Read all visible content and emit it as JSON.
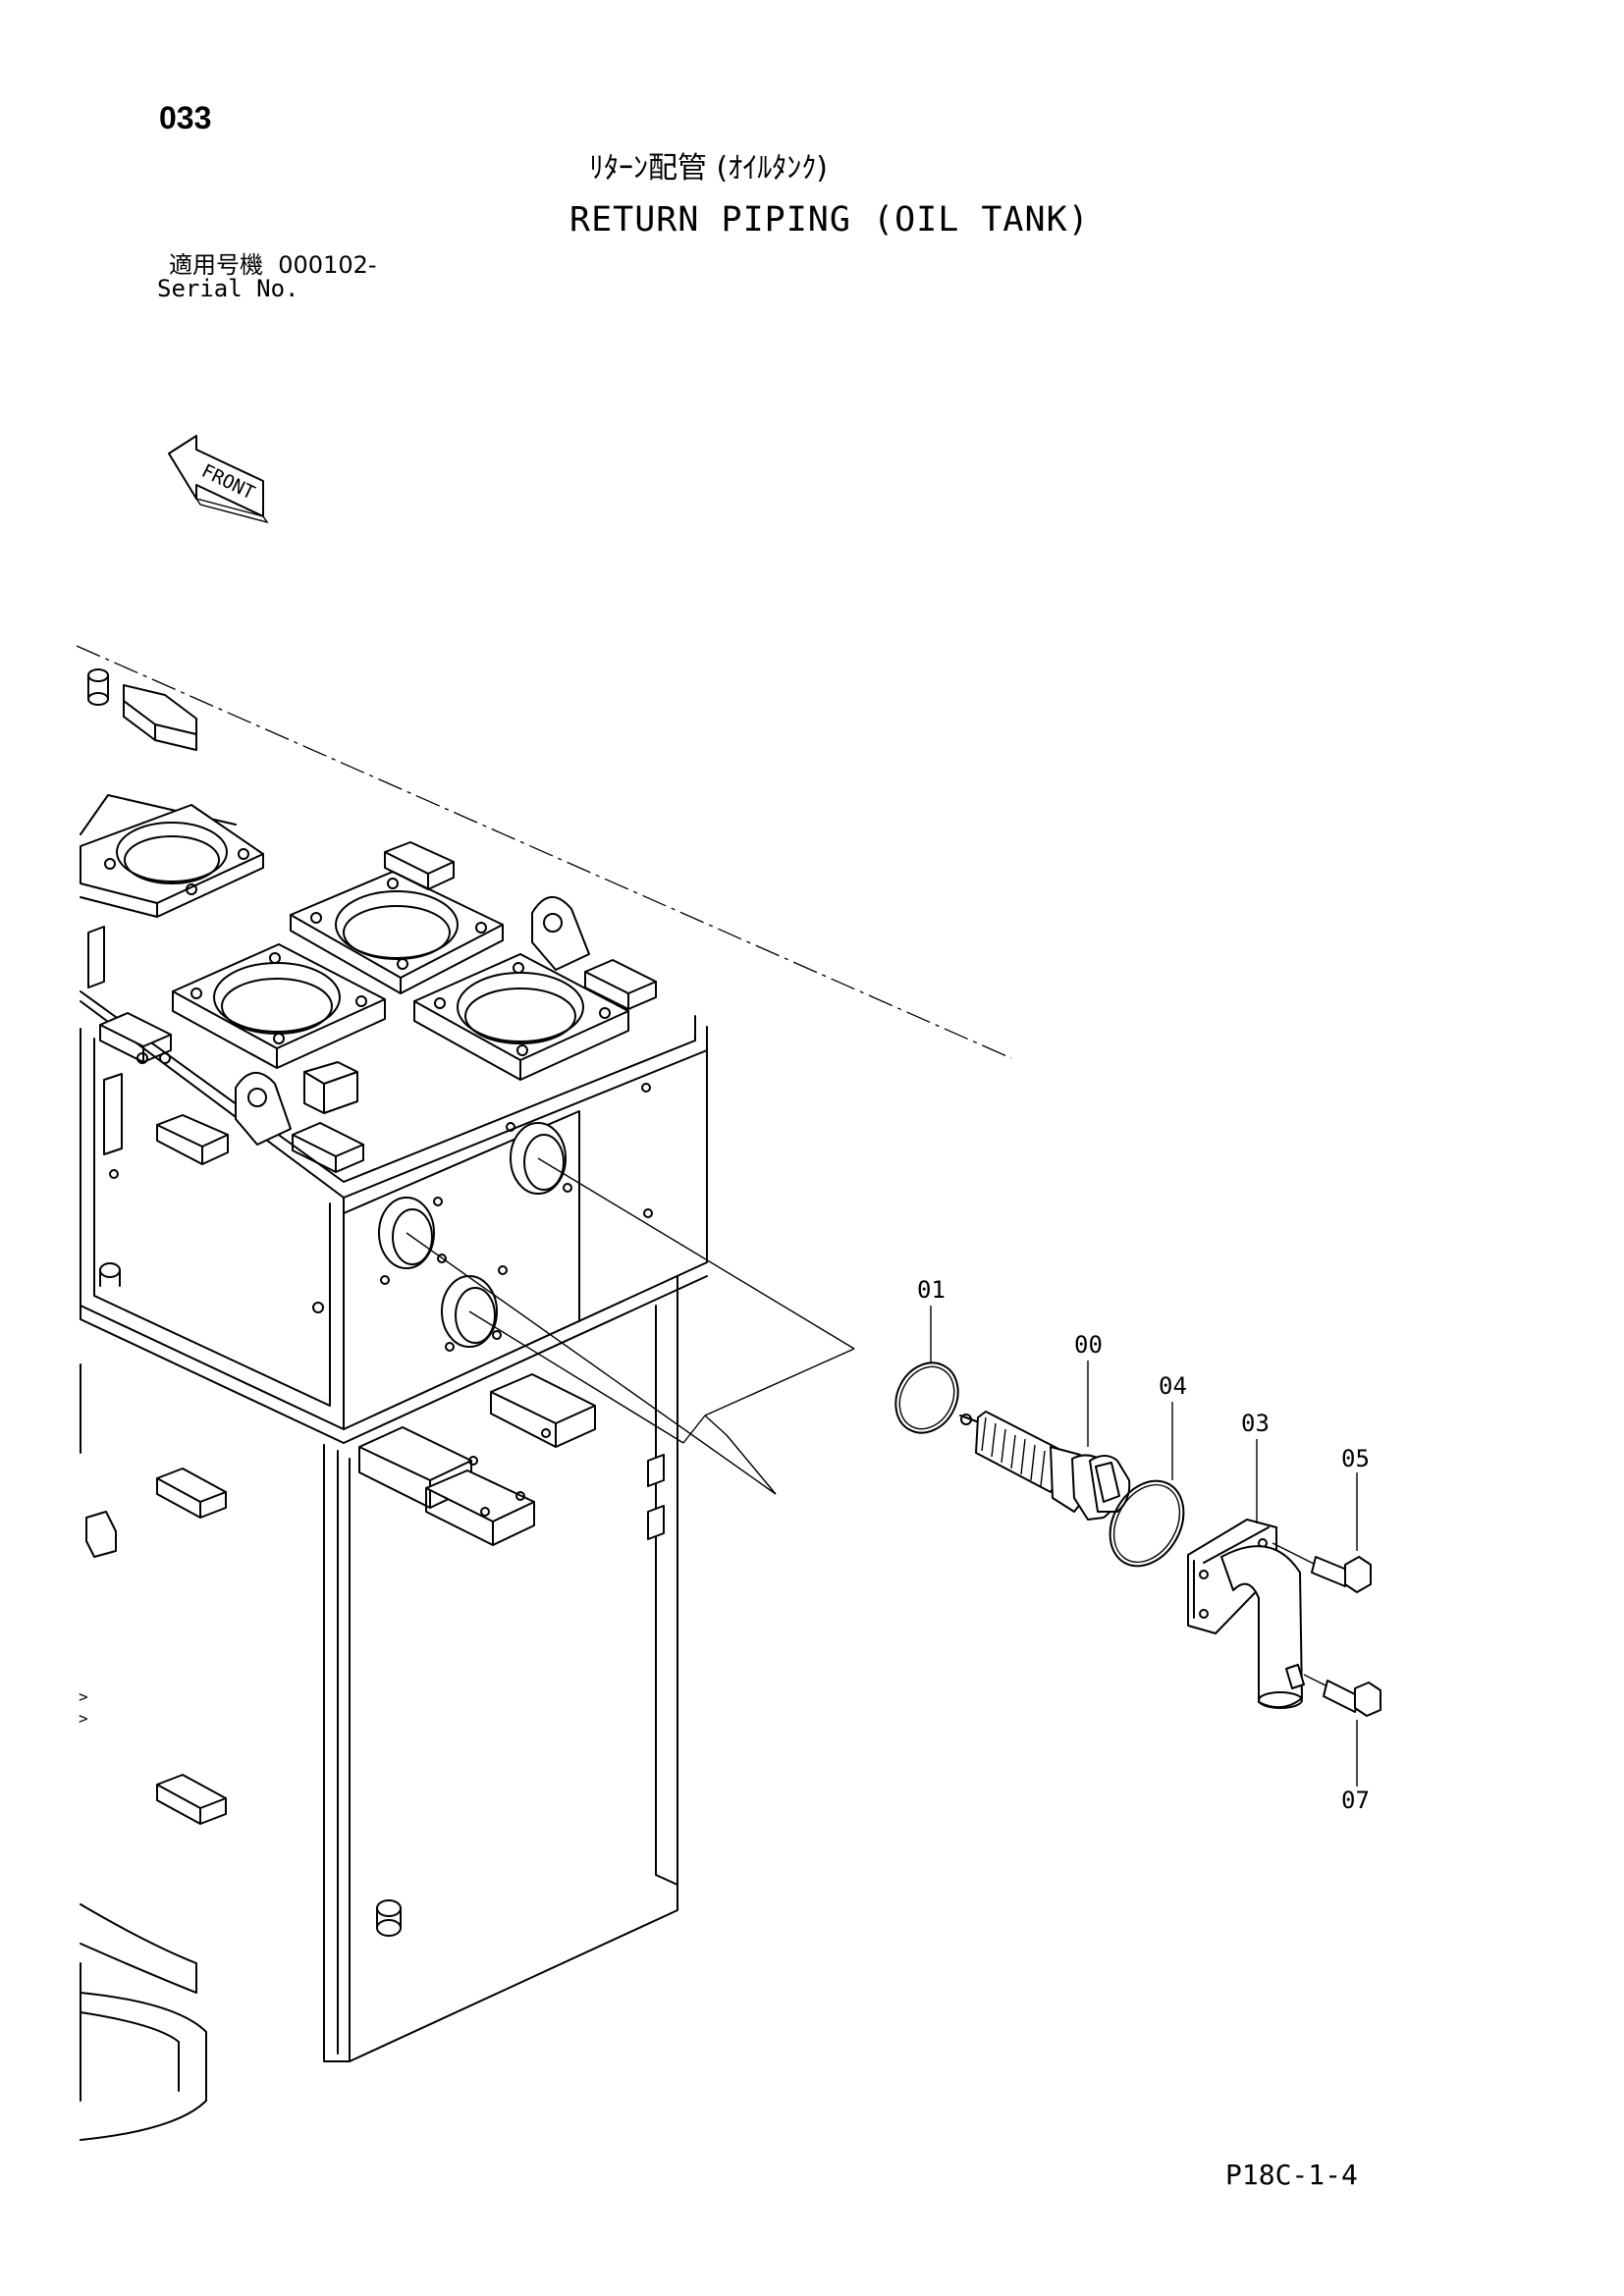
{
  "header": {
    "page_number": "033",
    "title_jp": "ﾘﾀｰﾝ配管 (ｵｲﾙﾀﾝｸ)",
    "title_en": "RETURN PIPING (OIL TANK)",
    "serial_label_jp": "適用号機",
    "serial_value": "000102-",
    "serial_label_en": "Serial No."
  },
  "diagram": {
    "front_label": "FRONT",
    "callouts": [
      {
        "id": "01",
        "part": "o-ring-small"
      },
      {
        "id": "00",
        "part": "filter-assembly"
      },
      {
        "id": "04",
        "part": "o-ring-large"
      },
      {
        "id": "03",
        "part": "elbow-pipe"
      },
      {
        "id": "05",
        "part": "bolt-upper"
      },
      {
        "id": "07",
        "part": "bolt-lower"
      }
    ],
    "side_marks": [
      ">",
      ">"
    ]
  },
  "footer": {
    "doc_code": "P18C-1-4"
  }
}
